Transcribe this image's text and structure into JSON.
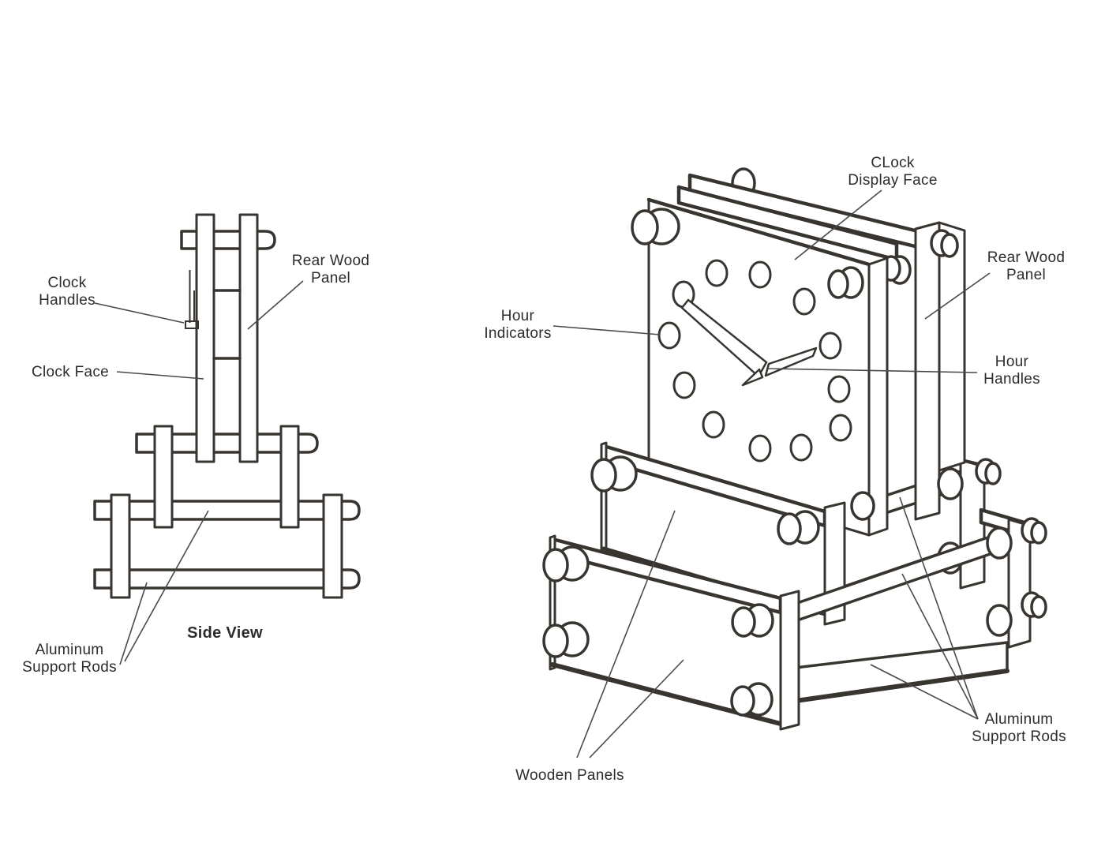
{
  "side_view": {
    "title": "Side View",
    "labels": {
      "clock_handles": {
        "line1": "Clock",
        "line2": "Handles"
      },
      "rear_wood_panel": {
        "line1": "Rear Wood",
        "line2": "Panel"
      },
      "clock_face": {
        "line1": "Clock Face"
      },
      "aluminum_support_rods": {
        "line1": "Aluminum",
        "line2": "Support Rods"
      }
    }
  },
  "iso_view": {
    "labels": {
      "clock_display_face": {
        "line1": "CLock",
        "line2": "Display Face"
      },
      "rear_wood_panel": {
        "line1": "Rear Wood",
        "line2": "Panel"
      },
      "hour_indicators": {
        "line1": "Hour",
        "line2": "Indicators"
      },
      "hour_handles": {
        "line1": "Hour",
        "line2": "Handles"
      },
      "aluminum_support_rods": {
        "line1": "Aluminum",
        "line2": "Support Rods"
      },
      "wooden_panels": {
        "line1": "Wooden Panels"
      }
    }
  }
}
